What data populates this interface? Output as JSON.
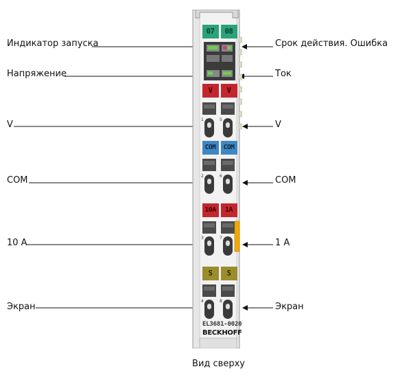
{
  "labels_left": {
    "run_indicator": "Индикатор запуска",
    "voltage": "Напряжение",
    "v": "V",
    "com": "COM",
    "ten_a": "10 A",
    "shield": "Экран"
  },
  "labels_right": {
    "validity_error": "Срок действия. Ошибка",
    "current": "Ток",
    "v": "V",
    "com": "COM",
    "one_a": "1 A",
    "shield": "Экран"
  },
  "module": {
    "led_left": "07",
    "led_right": "08",
    "v_left": "V",
    "v_right": "V",
    "com_left": "COM",
    "com_right": "COM",
    "tenA": "10A",
    "oneA": "1A",
    "s_left": "S",
    "s_right": "S",
    "model": "EL3681-0020",
    "brand": "BECKHOFF",
    "terminal_numbers": [
      "1",
      "5",
      "2",
      "6",
      "3",
      "7",
      "4",
      "8"
    ]
  },
  "caption": "Вид сверху",
  "colors": {
    "green": "#2aa37b",
    "red": "#c4262e",
    "blue": "#3f86c2",
    "olive": "#9b8d2c",
    "orange": "#f2a900"
  }
}
